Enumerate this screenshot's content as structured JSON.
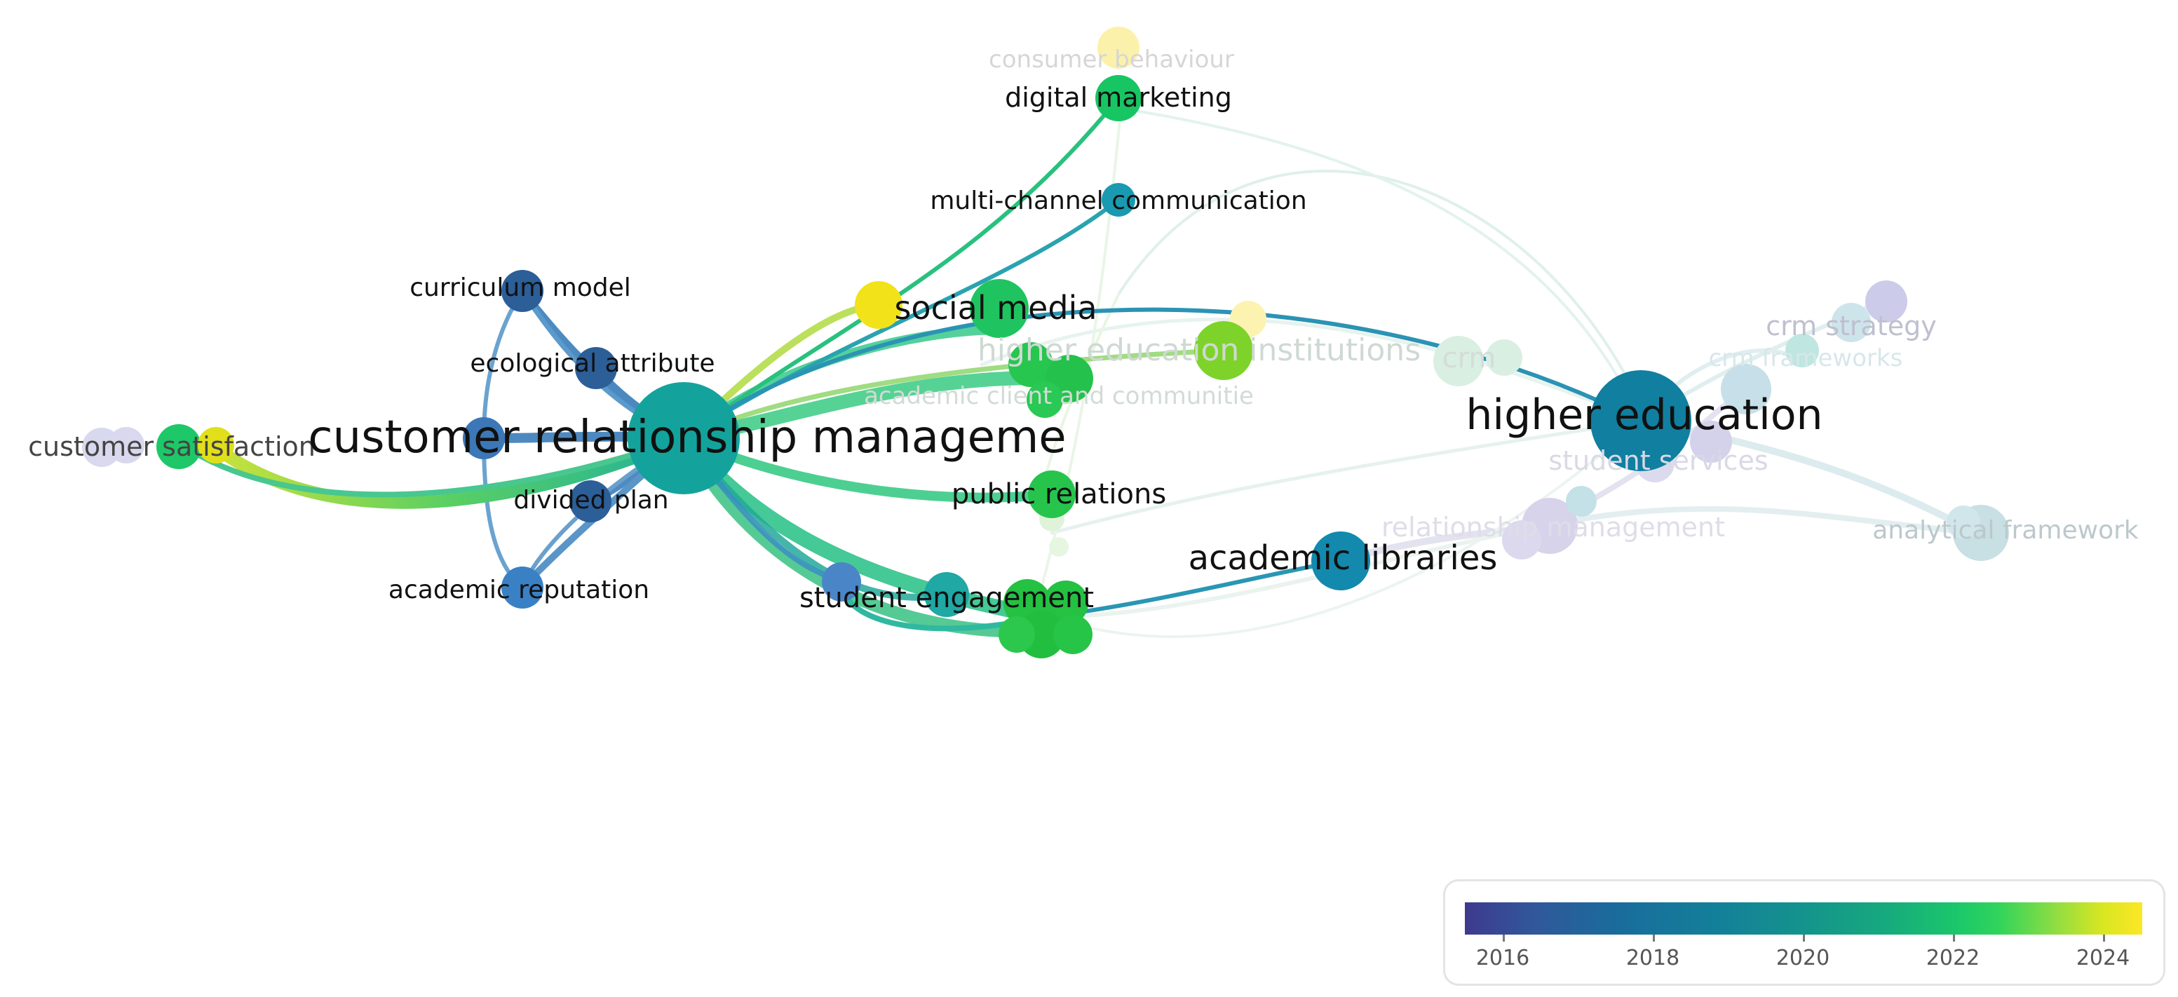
{
  "nodes": {
    "customer_relationship_management": {
      "label": "customer relationship manageme",
      "color": "#13a39c"
    },
    "higher_education": {
      "label": "higher education",
      "color": "#107fa0"
    },
    "social_media": {
      "label": "social media",
      "color": "#1fc460"
    },
    "digital_marketing": {
      "label": "digital marketing",
      "color": "#18c563"
    },
    "consumer_behaviour": {
      "label": "consumer behaviour",
      "color": "#fbeea0"
    },
    "multi_channel_communication": {
      "label": "multi-channel communication",
      "color": "#1a9ab0"
    },
    "curriculum_model": {
      "label": "curriculum model",
      "color": "#2c5e98"
    },
    "ecological_attribute": {
      "label": "ecological attribute",
      "color": "#2c5e98"
    },
    "customer_satisfaction": {
      "label": "customer satisfaction",
      "color": "#1ec768"
    },
    "divided_plan": {
      "label": "divided plan",
      "color": "#2c5e98"
    },
    "academic_reputation": {
      "label": "academic reputation",
      "color": "#3a80c4"
    },
    "student_engagement": {
      "label": "student engagement",
      "color": "#1ec345"
    },
    "public_relations": {
      "label": "public relations",
      "color": "#27c44c"
    },
    "academic_libraries": {
      "label": "academic libraries",
      "color": "#1389ae"
    },
    "higher_education_institutions": {
      "label": "higher education institutions",
      "color": "#d4ecd8"
    },
    "academic_client_and_communities": {
      "label": "academic client and communitie",
      "color": "#e0f2e4"
    },
    "crm": {
      "label": "crm",
      "color": "#d6ede4"
    },
    "crm_strategy": {
      "label": "crm strategy",
      "color": "#c7c9e6"
    },
    "crm_frameworks": {
      "label": "crm frameworks",
      "color": "#cfe8ec"
    },
    "student_services": {
      "label": "student services",
      "color": "#d9d6ea"
    },
    "relationship_management": {
      "label": "relationship management",
      "color": "#dcd8ec"
    },
    "analytical_framework": {
      "label": "analytical framework",
      "color": "#c6dfe4"
    }
  },
  "legend": {
    "years": [
      "2016",
      "2018",
      "2020",
      "2022",
      "2024"
    ]
  }
}
